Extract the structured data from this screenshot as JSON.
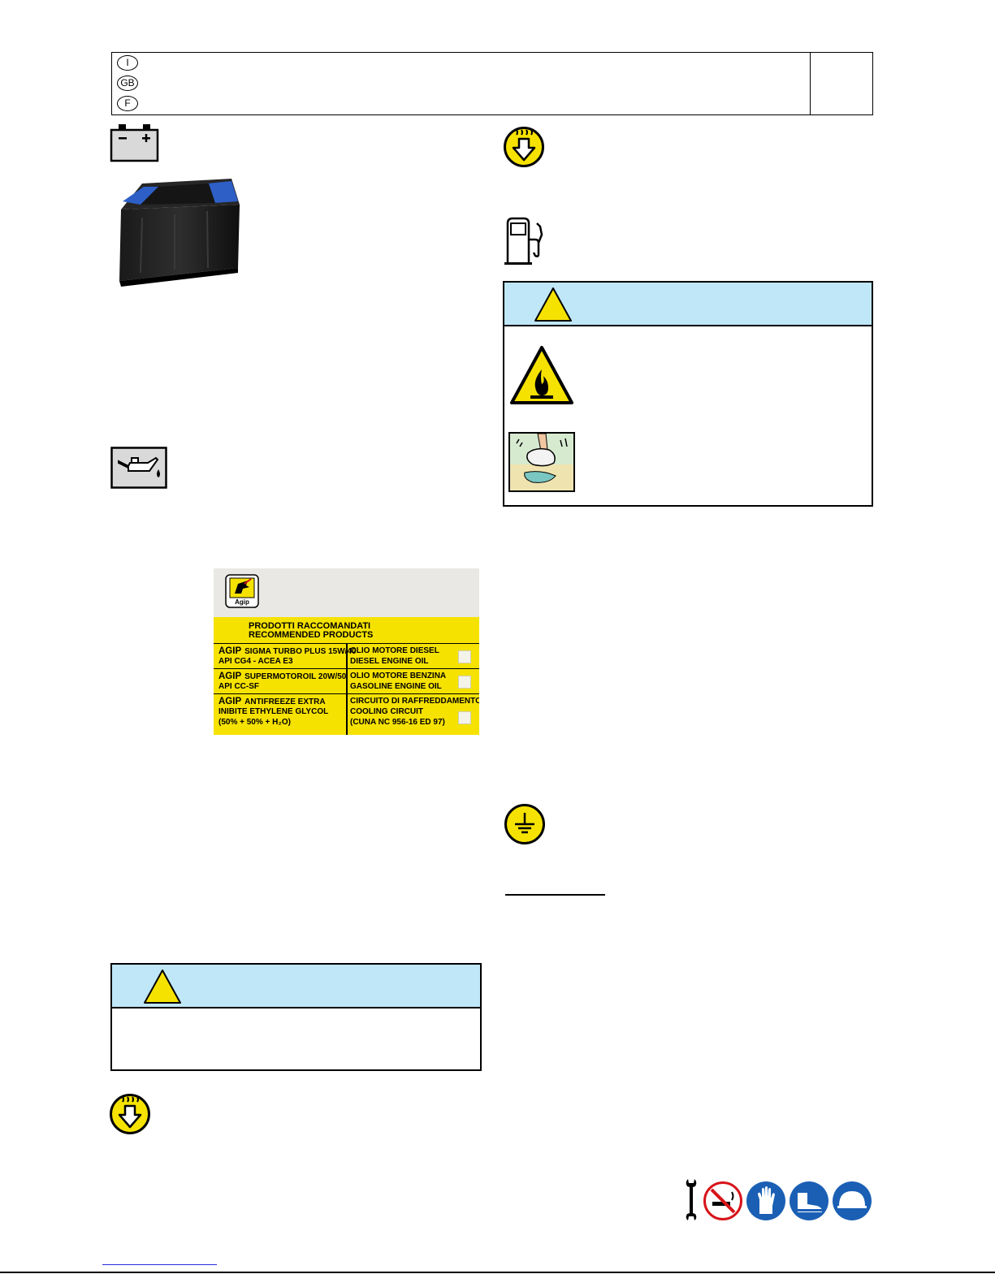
{
  "header": {
    "languages": [
      "I",
      "GB",
      "F"
    ]
  },
  "icons": {
    "battery": "battery-icon",
    "oil_can": "oil-can-icon",
    "hot_surface": "hot-surface-warning-icon",
    "fuel_pump": "fuel-pump-icon",
    "warning": "warning-triangle-icon",
    "flammable": "flammable-warning-icon",
    "cleaning": "wipe-spills-icon",
    "earth": "earth-ground-icon",
    "ppe": [
      "wrench-icon",
      "no-smoking-icon",
      "gloves-icon",
      "safety-boots-icon",
      "helmet-icon"
    ]
  },
  "agip_label": {
    "logo_text": "Agip",
    "heading_line1": "PRODOTTI RACCOMANDATI",
    "heading_line2": "RECOMMENDED PRODUCTS",
    "rows": [
      {
        "brand": "AGIP",
        "product_line1": "SIGMA TURBO PLUS 15W/40",
        "product_line2": "API CG4 - ACEA E3",
        "product_line3": "",
        "use_line1": "OLIO MOTORE DIESEL",
        "use_line2": "DIESEL ENGINE OIL",
        "use_line3": ""
      },
      {
        "brand": "AGIP",
        "product_line1": "SUPERMOTOROIL 20W/50",
        "product_line2": "API CC-SF",
        "product_line3": "",
        "use_line1": "OLIO MOTORE BENZINA",
        "use_line2": "GASOLINE ENGINE OIL",
        "use_line3": ""
      },
      {
        "brand": "AGIP",
        "product_line1": "ANTIFREEZE EXTRA",
        "product_line2": "INIBITE ETHYLENE GLYCOL",
        "product_line3": "(50% + 50% + H₂O)",
        "use_line1": "CIRCUITO DI RAFFREDDAMENTO",
        "use_line2": "COOLING CIRCUIT",
        "use_line3": "(CUNA NC 956-16 ED 97)"
      }
    ]
  },
  "colors": {
    "warning_header": "#bfe7f8",
    "warning_yellow": "#f6e200",
    "ppe_blue": "#1a5fb4",
    "no_smoking_red": "#d7141a"
  }
}
